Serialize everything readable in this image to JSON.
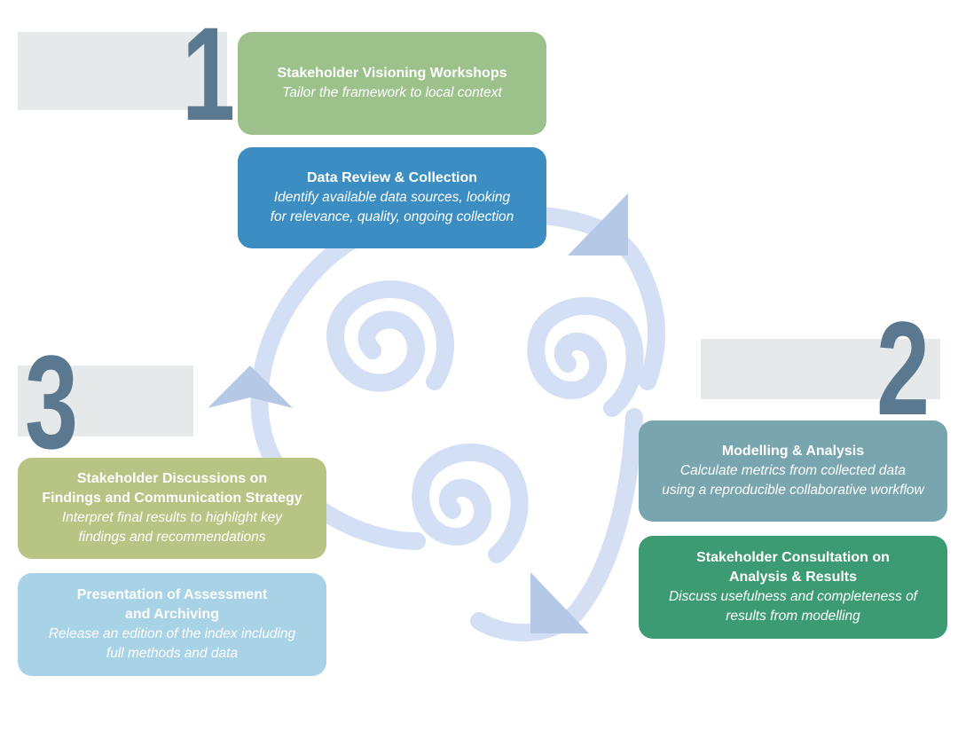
{
  "steps": [
    {
      "number": "1"
    },
    {
      "number": "2"
    },
    {
      "number": "3"
    }
  ],
  "cards": {
    "visioning": {
      "title": "Stakeholder Visioning Workshops",
      "desc": "Tailor the framework to local context",
      "color": "#9dc18a"
    },
    "data_review": {
      "title": "Data Review & Collection",
      "desc": "Identify available data sources, looking\nfor relevance, quality, ongoing collection",
      "color": "#3c8ec2"
    },
    "modelling": {
      "title": "Modelling & Analysis",
      "desc": "Calculate metrics from collected data\nusing a reproducible collaborative workflow",
      "color": "#78a5ae"
    },
    "consultation": {
      "title": "Stakeholder Consultation on\nAnalysis & Results",
      "desc": "Discuss usefulness and completeness of\nresults from modelling",
      "color": "#3d9b74"
    },
    "discussions": {
      "title": "Stakeholder Discussions on\nFindings and Communication Strategy",
      "desc": "Interpret final results to highlight key\nfindings and recommendations",
      "color": "#b7c483"
    },
    "presentation": {
      "title": "Presentation of Assessment\nand Archiving",
      "desc": "Release an edition of the index including\nfull methods and data",
      "color": "#a8d2e6"
    }
  },
  "colors": {
    "number": "#5a7890",
    "band": "#e6e9ea",
    "loop": "#cfdcf3",
    "arrow": "#b5c8e6"
  }
}
